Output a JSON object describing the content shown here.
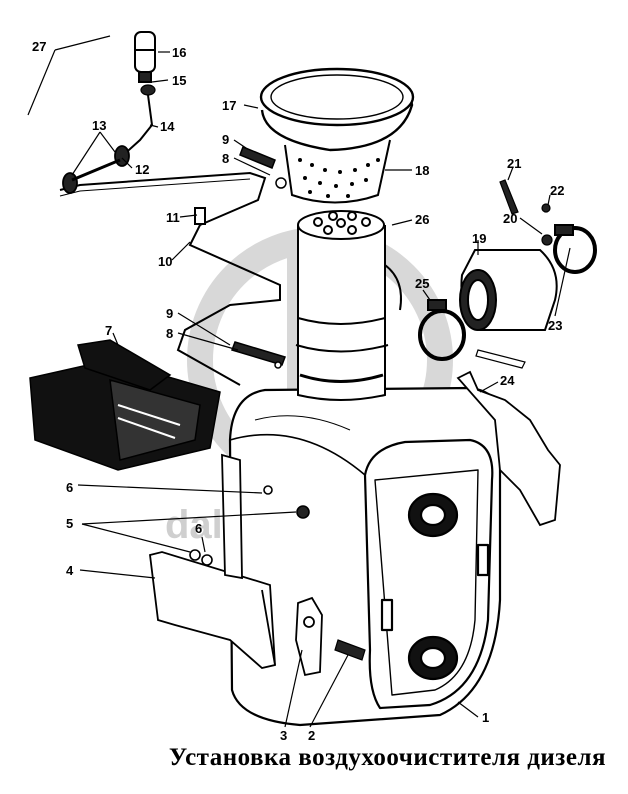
{
  "caption": "Установка воздухоочистителя дизеля",
  "watermark": "dalta-parts",
  "callouts": {
    "n1": "1",
    "n2": "2",
    "n3": "3",
    "n4": "4",
    "n5": "5",
    "n6a": "6",
    "n6b": "6",
    "n7": "7",
    "n8a": "8",
    "n8b": "8",
    "n9a": "9",
    "n9b": "9",
    "n10": "10",
    "n11": "11",
    "n12": "12",
    "n13": "13",
    "n14": "14",
    "n15": "15",
    "n16": "16",
    "n17": "17",
    "n18": "18",
    "n19": "19",
    "n20": "20",
    "n21": "21",
    "n22": "22",
    "n23": "23",
    "n24": "24",
    "n25": "25",
    "n26": "26",
    "n27": "27"
  },
  "colors": {
    "ink": "#000000",
    "paper": "#ffffff",
    "watermark": "#cfcfcf"
  }
}
